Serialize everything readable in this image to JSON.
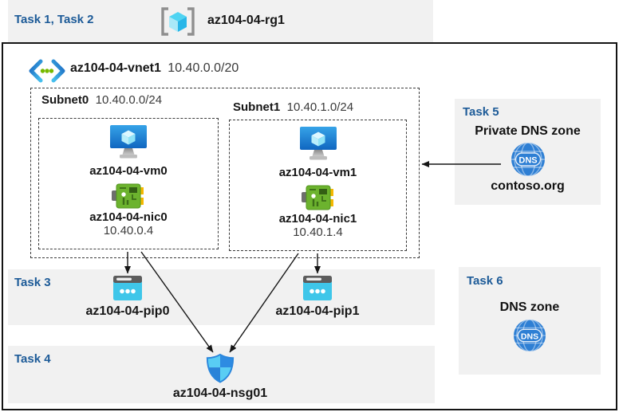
{
  "header": {
    "tasks_label": "Task 1, Task 2",
    "resource_group": "az104-04-rg1"
  },
  "vnet": {
    "name": "az104-04-vnet1",
    "cidr": "10.40.0.0/20"
  },
  "subnets": [
    {
      "label": "Subnet0",
      "cidr": "10.40.0.0/24",
      "vm_name": "az104-04-vm0",
      "nic_name": "az104-04-nic0",
      "nic_ip": "10.40.0.4"
    },
    {
      "label": "Subnet1",
      "cidr": "10.40.1.0/24",
      "vm_name": "az104-04-vm1",
      "nic_name": "az104-04-nic1",
      "nic_ip": "10.40.1.4"
    }
  ],
  "task3": {
    "label": "Task 3",
    "pip0_name": "az104-04-pip0",
    "pip1_name": "az104-04-pip1"
  },
  "task4": {
    "label": "Task 4",
    "nsg_name": "az104-04-nsg01"
  },
  "task5": {
    "label": "Task 5",
    "title": "Private DNS zone",
    "dns_label": "DNS",
    "zone_name": "contoso.org"
  },
  "task6": {
    "label": "Task 6",
    "title": "DNS zone",
    "dns_label": "DNS"
  },
  "colors": {
    "task_label": "#1d5b98",
    "block_bg": "#f1f1f1",
    "border": "#141414",
    "vm_blue": "#1f78d1",
    "nic_green": "#6cb32e",
    "pip_cyan": "#3fc6e9",
    "nsg_blue": "#2e8be2",
    "dns_blue": "#2e7fd4",
    "vnet_green_dot": "#76b900"
  }
}
